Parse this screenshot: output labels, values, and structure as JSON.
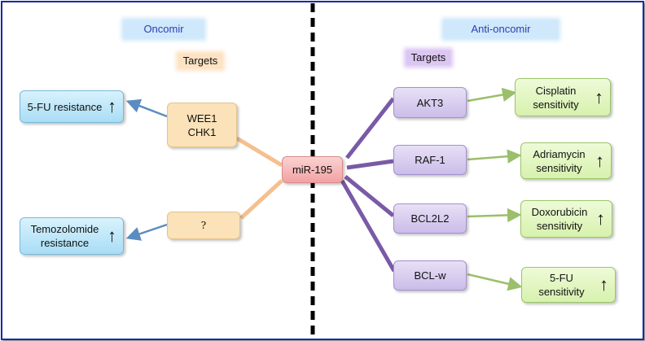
{
  "headers": {
    "left": "Oncomir",
    "right": "Anti-oncomir"
  },
  "targets_labels": {
    "left": "Targets",
    "right": "Targets"
  },
  "center": "miR-195",
  "left_targets": {
    "wee1": "WEE1",
    "chk1": "CHK1",
    "unknown": "?"
  },
  "left_outcomes": {
    "fu_resistance": "5-FU resistance",
    "temo_line1": "Temozolomide",
    "temo_line2": "resistance"
  },
  "right_targets": [
    "AKT3",
    "RAF-1",
    "BCL2L2",
    "BCL-w"
  ],
  "right_outcomes": [
    {
      "line1": "Cisplatin",
      "line2": "sensitivity"
    },
    {
      "line1": "Adriamycin",
      "line2": "sensitivity"
    },
    {
      "line1": "Doxorubicin",
      "line2": "sensitivity"
    },
    {
      "line1": "5-FU",
      "line2": "sensitivity"
    }
  ],
  "arrow_symbol": "↑",
  "colors": {
    "frame": "#1a2aa8",
    "left_arrow": "#5b8cc0",
    "left_connector": "#f4c08e",
    "right_connector": "#7a5aa6",
    "right_arrow": "#9bbf6a",
    "divider": "#000000"
  }
}
